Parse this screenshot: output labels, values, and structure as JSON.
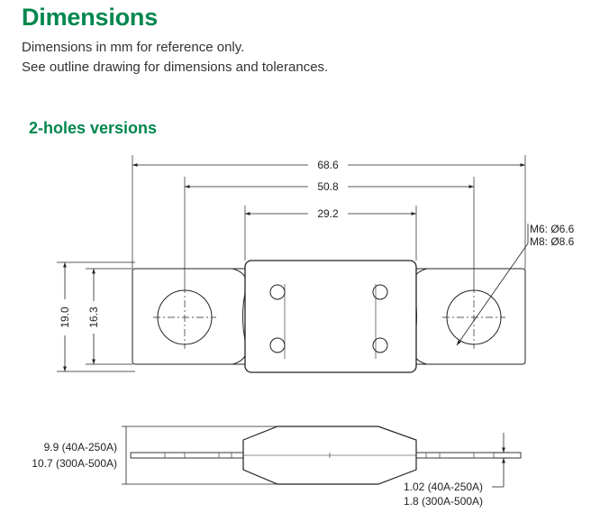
{
  "header": {
    "title": "Dimensions",
    "line1": "Dimensions in mm for reference only.",
    "line2": "See outline drawing for dimensions and tolerances."
  },
  "section": {
    "title": "2-holes versions"
  },
  "top_view": {
    "overall_length": "68.6",
    "hole_spacing": "50.8",
    "body_width": "29.2",
    "overall_height": "19.0",
    "terminal_height": "16.3",
    "thread_m6": "M6: Ø6.6",
    "thread_m8": "M8: Ø8.6"
  },
  "side_view": {
    "thickness_low": "9.9 (40A-250A)",
    "thickness_high": "10.7 (300A-500A)",
    "terminal_low": "1.02 (40A-250A)",
    "terminal_high": "1.8 (300A-500A)"
  },
  "colors": {
    "brand_green": "#00874e",
    "line": "#222222"
  }
}
